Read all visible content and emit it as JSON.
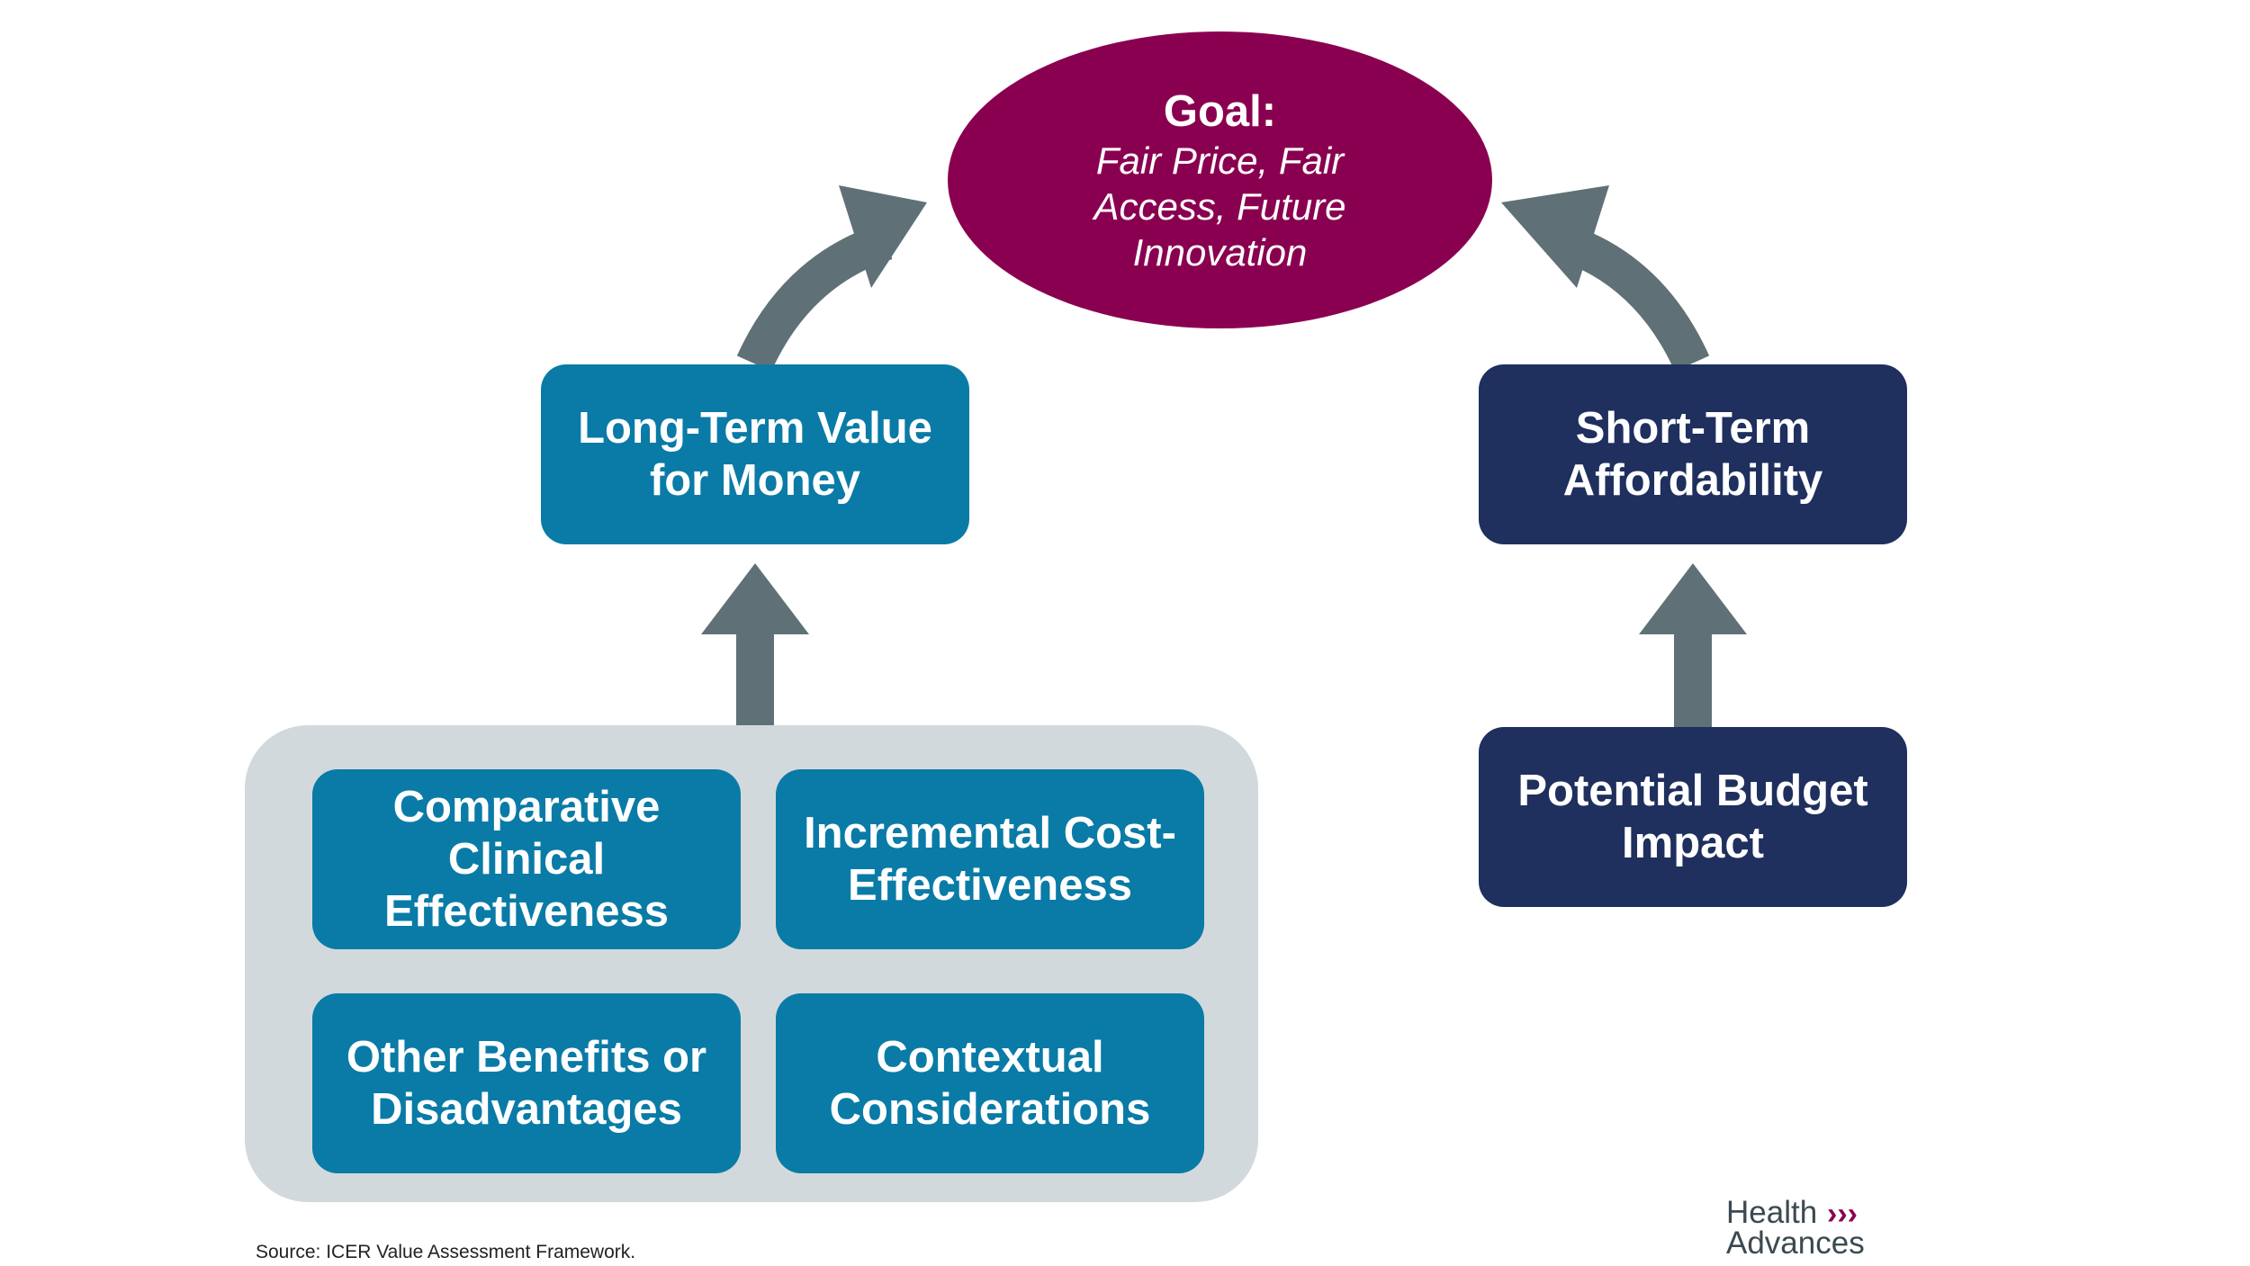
{
  "goal": {
    "title": "Goal:",
    "text": "Fair Price, Fair Access, Future Innovation"
  },
  "nodes": {
    "long_term": "Long-Term Value for Money",
    "short_term": "Short-Term Affordability",
    "budget": "Potential Budget Impact",
    "comparative": "Comparative Clinical Effectiveness",
    "incremental": "Incremental Cost-Effectiveness",
    "other": "Other Benefits or Disadvantages",
    "contextual": "Contextual Considerations"
  },
  "source": "Source:  ICER Value Assessment Framework.",
  "logo": {
    "line1": "Health",
    "line2": "Advances",
    "chevron": "›››"
  },
  "colors": {
    "goal": "#8a0050",
    "teal": "#0a7ba6",
    "navy": "#1f2f5e",
    "arrow": "#5f7176",
    "group_bg": "#d2d9dc"
  }
}
